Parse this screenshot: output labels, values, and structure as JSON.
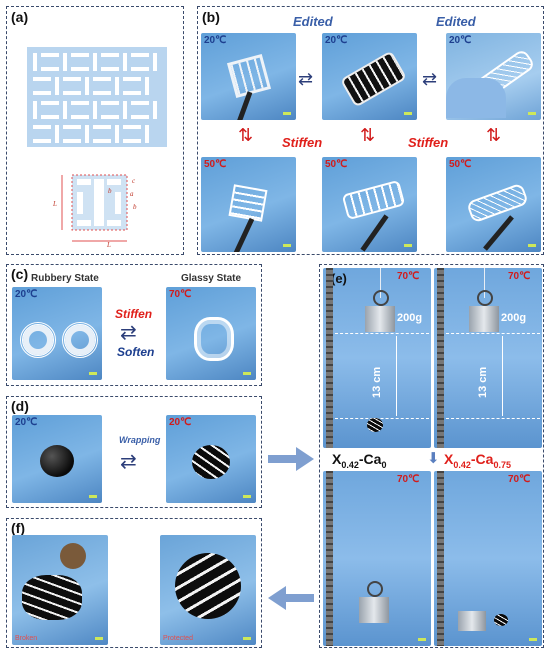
{
  "panels": {
    "a": {
      "label": "(a)",
      "dim_L": "L",
      "dim_b": "b",
      "dim_c": "c",
      "dim_a": "a"
    },
    "b": {
      "label": "(b)",
      "edited_1": "Edited",
      "edited_2": "Edited",
      "stiffen_1": "Stiffen",
      "stiffen_2": "Stiffen",
      "temps_top": [
        "20℃",
        "20℃",
        "20℃"
      ],
      "temps_bottom": [
        "50℃",
        "50℃",
        "50℃"
      ]
    },
    "c": {
      "label": "(c)",
      "left_caption": "Rubbery State",
      "right_caption": "Glassy State",
      "temp_left": "20℃",
      "temp_right": "70℃",
      "stiffen": "Stiffen",
      "soften": "Soften"
    },
    "d": {
      "label": "(d)",
      "temp_left": "20℃",
      "temp_right": "20℃",
      "wrapping": "Wrapping"
    },
    "e": {
      "label": "(e)",
      "temps": [
        "70℃",
        "70℃",
        "70℃",
        "70℃"
      ],
      "weights": [
        "200g",
        "200g"
      ],
      "distances": [
        "13 cm",
        "13 cm"
      ],
      "formula_left": {
        "x": "X",
        "xsub": "0.42",
        "dash": "-Ca",
        "casub": "0"
      },
      "formula_right": {
        "x": "X",
        "xsub": "0.42",
        "dash": "-Ca",
        "casub": "0.75"
      }
    },
    "f": {
      "label": "(f)",
      "left_note": "Broken",
      "right_note": "Protected"
    }
  },
  "colors": {
    "border": "#3a4a6b",
    "stiffen": "#e0201b",
    "edited": "#3a5fa8",
    "arrow": "#7f9fd0"
  }
}
